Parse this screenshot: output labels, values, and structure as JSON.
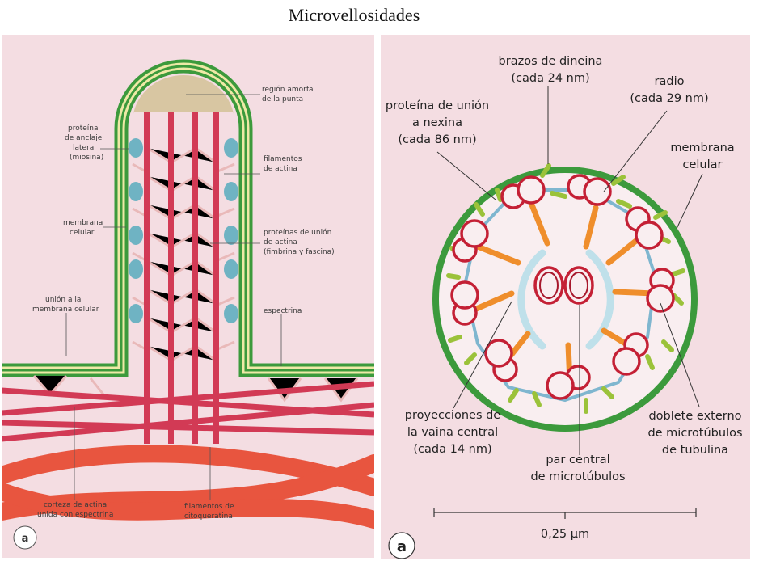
{
  "title": "Microvellosidades",
  "left": {
    "badge": "a",
    "labels": {
      "amorphous_1": "región amorfa",
      "amorphous_2": "de la punta",
      "anchor_1": "proteína",
      "anchor_2": "de anclaje",
      "anchor_3": "lateral",
      "anchor_4": "(miosina)",
      "actin_1": "filamentos",
      "actin_2": "de actina",
      "membrane_1": "membrana",
      "membrane_2": "celular",
      "binding_1": "proteínas de unión",
      "binding_2": "de actina",
      "binding_3": "(fimbrina y fascina)",
      "union_1": "unión a la",
      "union_2": "membrana celular",
      "spectrin": "espectrina",
      "cortex_1": "corteza de actina",
      "cortex_2": "unida con espectrina",
      "keratin_1": "filamentos de",
      "keratin_2": "citoqueratina"
    }
  },
  "right": {
    "badge": "a",
    "labels": {
      "dynein_1": "brazos de dineina",
      "dynein_2": "(cada 24 nm)",
      "radius_1": "radio",
      "radius_2": "(cada 29 nm)",
      "nexin_1": "proteína de unión",
      "nexin_2": "a nexina",
      "nexin_3": "(cada 86 nm)",
      "membrane_1": "membrana",
      "membrane_2": "celular",
      "projections_1": "proyecciones de",
      "projections_2": "la vaina central",
      "projections_3": "(cada 14 nm)",
      "central_1": "par central",
      "central_2": "de microtúbulos",
      "doublet_1": "doblete externo",
      "doublet_2": "de microtúbulos",
      "doublet_3": "de tubulina"
    },
    "scale": "0,25 µm"
  },
  "colors": {
    "panel_bg": "#f4dde2",
    "membrane_green": "#3c9a3c",
    "membrane_yellow": "#eee9a6",
    "actin_red": "#d23a55",
    "crosslink": "#e9b9b9",
    "myosin_blue": "#6fb3c3",
    "tip_tan": "#d8c6a2",
    "keratin": "#e8553f",
    "tubule_red": "#c42035",
    "radial_orange": "#ef8e2c",
    "dynein_green": "#9bc23a",
    "nexin_blue": "#7fb6cf",
    "sheath_blue": "#bfe0ea"
  }
}
